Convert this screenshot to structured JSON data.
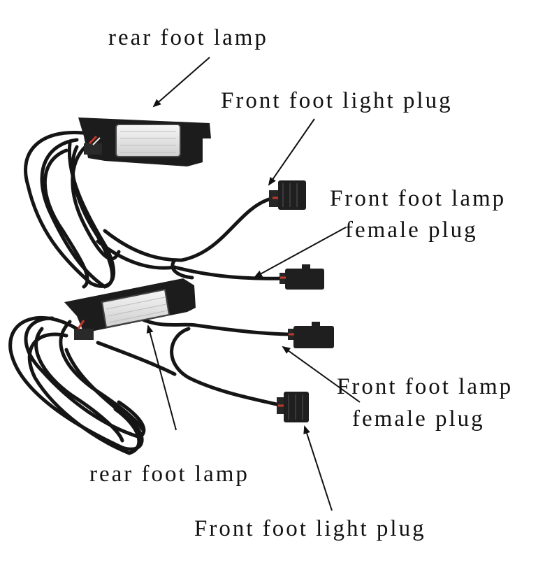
{
  "labels": {
    "rear_lamp_top": "rear foot lamp",
    "front_light_plug_top": "Front foot light plug",
    "front_lamp_female_top_line1": "Front foot lamp",
    "front_lamp_female_top_line2": "female plug",
    "front_lamp_female_bottom_line1": "Front foot lamp",
    "front_lamp_female_bottom_line2": "female plug",
    "rear_lamp_bottom": "rear foot lamp",
    "front_light_plug_bottom": "Front foot light plug"
  },
  "colors": {
    "background": "#ffffff",
    "cable": "#151515",
    "housing": "#1c1c1c",
    "lens": "#e9e9e9",
    "wire_red": "#c0392b",
    "text": "#111111"
  }
}
